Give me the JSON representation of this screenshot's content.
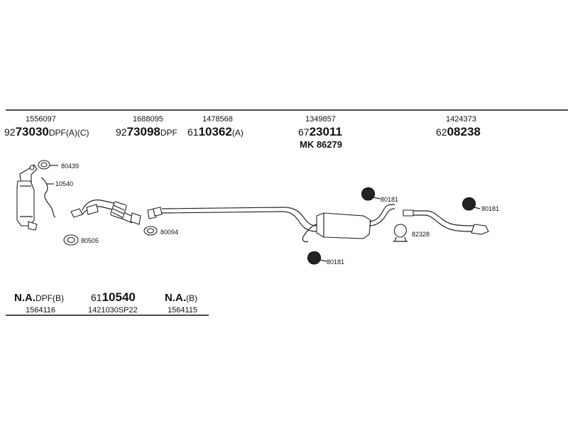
{
  "top_row": [
    {
      "id": "p1",
      "small": "1556097",
      "prefix": "92",
      "number": "73030",
      "suffix": "DPF(A)(C)"
    },
    {
      "id": "p2",
      "small": "1688095",
      "prefix": "92",
      "number": "73098",
      "suffix": "DPF"
    },
    {
      "id": "p3",
      "small": "1478568",
      "prefix": "61",
      "number": "10362",
      "suffix": "(A)"
    },
    {
      "id": "p4",
      "small": "1349857",
      "prefix": "67",
      "number": "23011",
      "suffix": "",
      "extra": "MK  86279"
    },
    {
      "id": "p5",
      "small": "1424373",
      "prefix": "62",
      "number": "08238",
      "suffix": ""
    }
  ],
  "callouts": [
    "80439",
    "10540",
    "80505",
    "80094",
    "80181",
    "80181",
    "80181",
    "82328"
  ],
  "bottom_row": [
    {
      "id": "b1",
      "big": "N.A.",
      "suffix": "DPF(B)",
      "small": "1564116"
    },
    {
      "id": "b2",
      "prefix": "61",
      "big": "10540",
      "suffix": "",
      "small": "1421030SP22"
    },
    {
      "id": "b3",
      "big": "N.A.",
      "suffix": "(B)",
      "small": "1564115"
    }
  ]
}
